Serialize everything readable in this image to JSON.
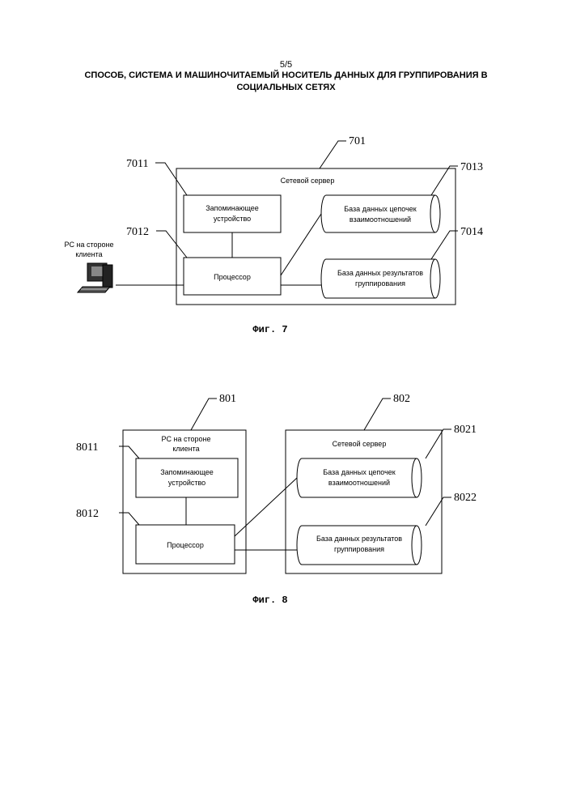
{
  "header": {
    "page_number": "5/5",
    "title_line1": "СПОСОБ, СИСТЕМА И МАШИНОЧИТАЕМЫЙ НОСИТЕЛЬ ДАННЫХ ДЛЯ ГРУППИРОВАНИЯ В",
    "title_line2": "СОЦИАЛЬНЫХ СЕТЯХ"
  },
  "fig7": {
    "ref_server": "701",
    "ref_memory": "7011",
    "ref_processor": "7012",
    "ref_db_chain": "7013",
    "ref_db_results": "7014",
    "server_label": "Сетевой сервер",
    "memory_line1": "Запоминающее",
    "memory_line2": "устройство",
    "processor_label": "Процессор",
    "db_chain_line1": "База данных цепочек",
    "db_chain_line2": "взаимоотношений",
    "db_results_line1": "База данных результатов",
    "db_results_line2": "группирования",
    "pc_line1": "PC на стороне",
    "pc_line2": "клиента",
    "caption": "Фиг. 7"
  },
  "fig8": {
    "ref_pc": "801",
    "ref_server": "802",
    "ref_memory": "8011",
    "ref_processor": "8012",
    "ref_db_chain": "8021",
    "ref_db_results": "8022",
    "pc_line1": "PC на стороне",
    "pc_line2": "клиента",
    "memory_line1": "Запоминающее",
    "memory_line2": "устройство",
    "processor_label": "Процессор",
    "server_label": "Сетевой сервер",
    "db_chain_line1": "База данных цепочек",
    "db_chain_line2": "взаимоотношений",
    "db_results_line1": "База данных результатов",
    "db_results_line2": "группирования",
    "caption": "Фиг. 8"
  }
}
